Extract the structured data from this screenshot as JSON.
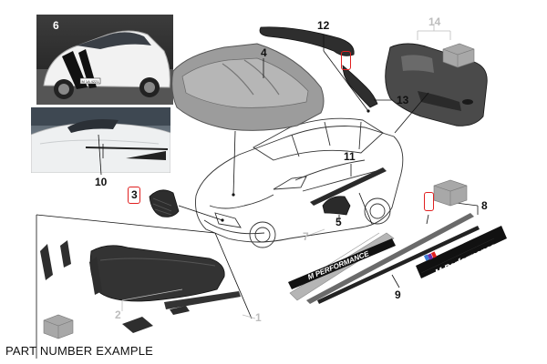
{
  "callouts": {
    "c1": "1",
    "c2": "2",
    "c3": "3",
    "c4": "4",
    "c5": "5",
    "c6": "6",
    "c7": "7",
    "c8": "8",
    "c9": "9",
    "c10": "10",
    "c11": "11",
    "c12": "12",
    "c13": "13",
    "c14": "14"
  },
  "decal_text": {
    "m_performance_small": "M PERFORMANCE",
    "m_performance_large": "M Performance"
  },
  "photo_plate_text": "M 1A 4221",
  "footer": {
    "caption": "PART NUMBER EXAMPLE"
  },
  "colors": {
    "highlight": "#e02020",
    "line": "#111111",
    "muted_callout": "#bdbdbd",
    "part_fill": "#3a3a3a"
  }
}
